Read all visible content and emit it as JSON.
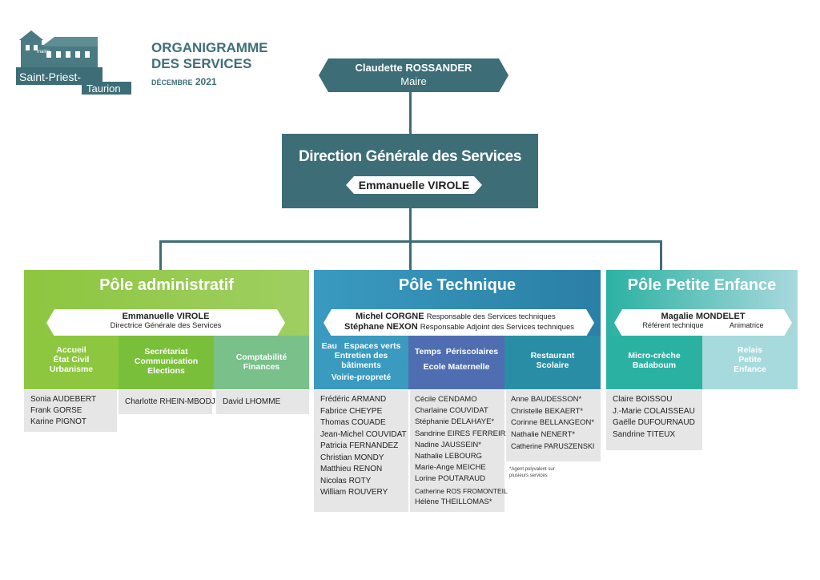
{
  "logo": {
    "mairie": "mairie",
    "line1": "Saint-Priest-",
    "line2": "Taurion"
  },
  "header": {
    "title_line1": "ORGANIGRAMME",
    "title_line2": "DES SERVICES",
    "month": "DÉCEMBRE",
    "year": "2021"
  },
  "mayor": {
    "name": "Claudette ROSSANDER",
    "role": "Maire"
  },
  "dgs": {
    "title": "Direction Générale des Services",
    "name": "Emmanuelle VIROLE"
  },
  "colors": {
    "dark": "#3d6d77",
    "green": "#8dc63f",
    "blue": "#2f8fb0",
    "teal": "#2bb1a2",
    "grey_box": "#e6e6e6"
  },
  "poles": {
    "admin": {
      "title": "Pôle administratif",
      "head_name": "Emmanuelle VIROLE",
      "head_role": "Directrice Générale des Services",
      "services": [
        {
          "lines": [
            "Accueil",
            "État Civil",
            "Urbanisme"
          ],
          "staff": [
            "Sonia AUDEBERT",
            "Frank GORSE",
            "Karine PIGNOT"
          ]
        },
        {
          "lines": [
            "Secrétariat",
            "Communication",
            "Elections"
          ],
          "staff": [
            "Charlotte RHEIN-MBODJ"
          ]
        },
        {
          "lines": [
            "Comptabilité",
            "Finances"
          ],
          "staff": [
            "David LHOMME"
          ]
        }
      ]
    },
    "tech": {
      "title": "Pôle Technique",
      "head1_name": "Michel CORGNE",
      "head1_role": "Responsable des Services techniques",
      "head2_name": "Stéphane NEXON",
      "head2_role": "Responsable Adjoint des Services techniques",
      "svc1": {
        "a": "Eau",
        "b": "Espaces verts",
        "c": "Entretien des",
        "d": "bâtiments",
        "e": "Voirie-propreté"
      },
      "svc2": {
        "a": "Temps",
        "b": "Périscolaires",
        "c": "Ecole Maternelle"
      },
      "svc3": {
        "a": "Restaurant",
        "b": "Scolaire"
      },
      "staff1": [
        "Frédéric ARMAND",
        "Fabrice CHEYPE",
        "Thomas COUADE",
        "Jean-Michel COUVIDAT",
        "Patricia FERNANDEZ",
        "Christian MONDY",
        "Matthieu RENON",
        "Nicolas ROTY",
        "William ROUVERY"
      ],
      "staff2": [
        "Cécile CENDAMO",
        "Charlaine COUVIDAT",
        "Stéphanie DELAHAYE*",
        "Sandrine EIRES FERREIRA*",
        "Nadine JAUSSEIN*",
        "Nathalie LEBOURG",
        "Marie-Ange MEICHE",
        "Lorine POUTARAUD",
        "Catherine ROS FROMONTEIL",
        "Hélène THEILLOMAS*"
      ],
      "staff3": [
        "Anne BAUDESSON*",
        "Christelle BEKAERT*",
        "Corinne BELLANGEON*",
        "Nathalie NENERT*",
        "Catherine PARUSZENSKI"
      ],
      "note1": "*Agent polyvalent sur",
      "note2": "plusieurs services"
    },
    "enfance": {
      "title": "Pôle Petite Enfance",
      "head_name": "Magalie MONDELET",
      "role1": "Référent technique",
      "role2": "Animatrice",
      "svc1": [
        "Micro-crèche",
        "Badaboum"
      ],
      "svc2": [
        "Relais",
        "Petite",
        "Enfance"
      ],
      "staff": [
        "Claire BOISSOU",
        "J.-Marie COLAISSEAU",
        "Gaëlle DUFOURNAUD",
        "Sandrine TITEUX"
      ]
    }
  }
}
